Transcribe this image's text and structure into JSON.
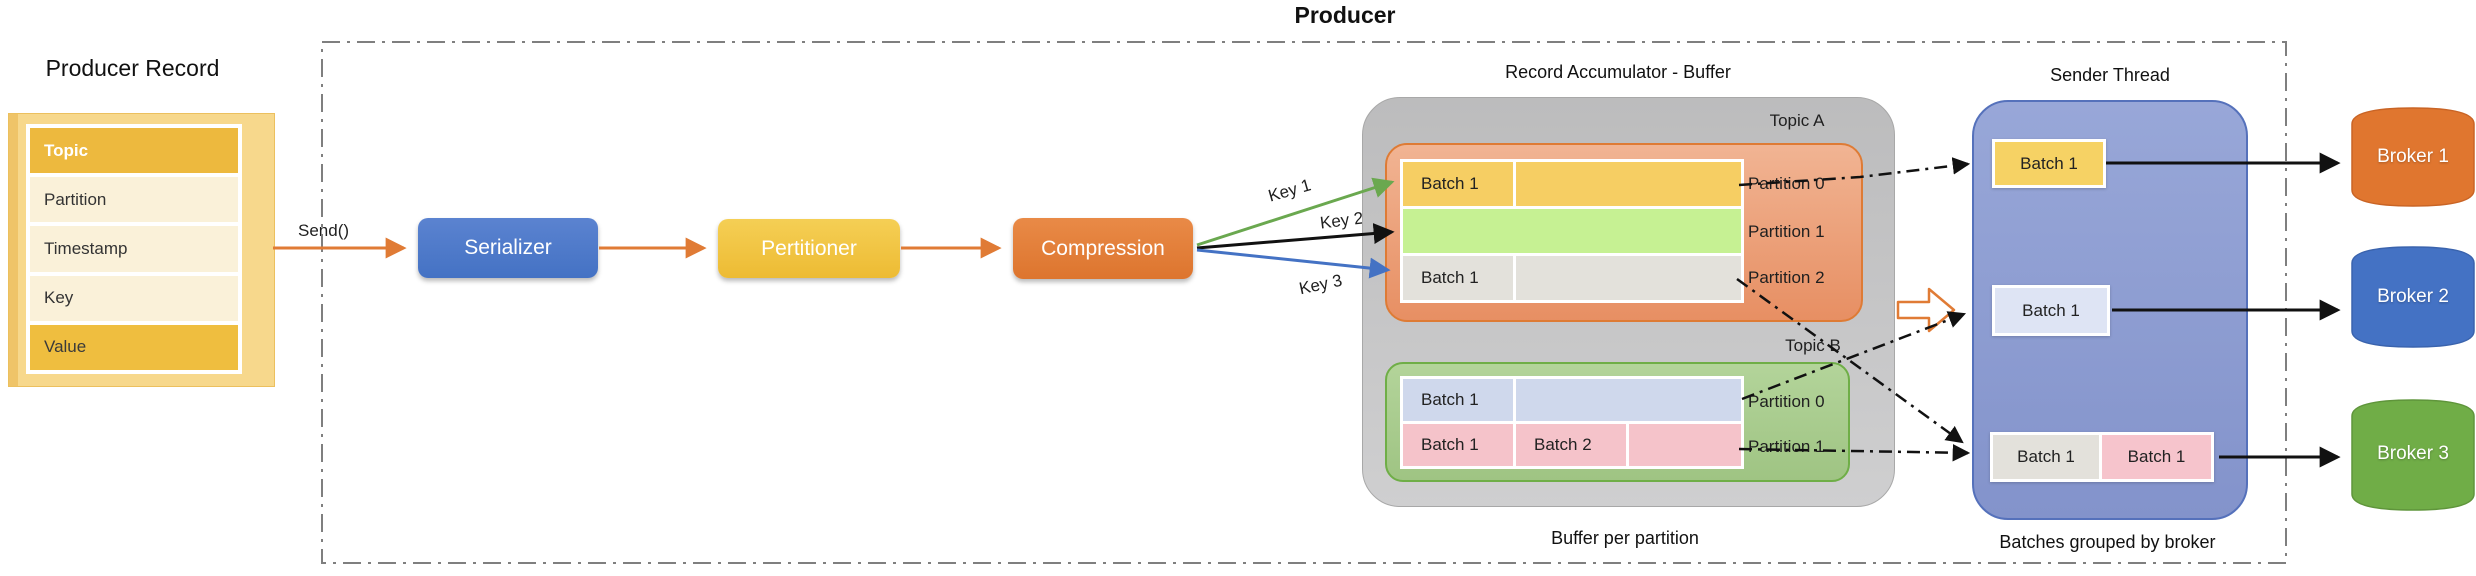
{
  "titles": {
    "producer": "Producer",
    "send_label": "Send()"
  },
  "producer_record": {
    "title": "Producer Record",
    "fields": [
      "Topic",
      "Partition",
      "Timestamp",
      "Key",
      "Value"
    ]
  },
  "pipeline": {
    "serializer": "Serializer",
    "partitioner": "Pertitioner",
    "compression": "Compression"
  },
  "keys": [
    "Key 1",
    "Key 2",
    "Key 3"
  ],
  "accumulator": {
    "title": "Record Accumulator - Buffer",
    "caption": "Buffer per partition",
    "topics": [
      {
        "name": "Topic A",
        "partitions": [
          {
            "label": "Partition 0",
            "batches": [
              "Batch 1"
            ]
          },
          {
            "label": "Partition 1",
            "batches": []
          },
          {
            "label": "Partition 2",
            "batches": [
              "Batch 1"
            ]
          }
        ]
      },
      {
        "name": "Topic B",
        "partitions": [
          {
            "label": "Partition 0",
            "batches": [
              "Batch 1"
            ]
          },
          {
            "label": "Partition 1",
            "batches": [
              "Batch 1",
              "Batch 2"
            ]
          }
        ]
      }
    ]
  },
  "sender": {
    "title": "Sender Thread",
    "caption": "Batches grouped by broker",
    "groups": [
      [
        "Batch 1"
      ],
      [
        "Batch 1"
      ],
      [
        "Batch 1",
        "Batch 1"
      ]
    ]
  },
  "brokers": [
    "Broker 1",
    "Broker 2",
    "Broker 3"
  ],
  "colors": {
    "accent_orange": "#E07B35",
    "accent_blue": "#4472C4",
    "accent_gold": "#F0C33C",
    "accent_green": "#6FAE47",
    "container_gray": "#C2C2C3",
    "batch_yellow": "#F6CE63",
    "batch_green": "#C6F193",
    "batch_gray": "#E3E1DB",
    "batch_lavender": "#CFD8EC",
    "batch_pink": "#F5C3CA"
  }
}
